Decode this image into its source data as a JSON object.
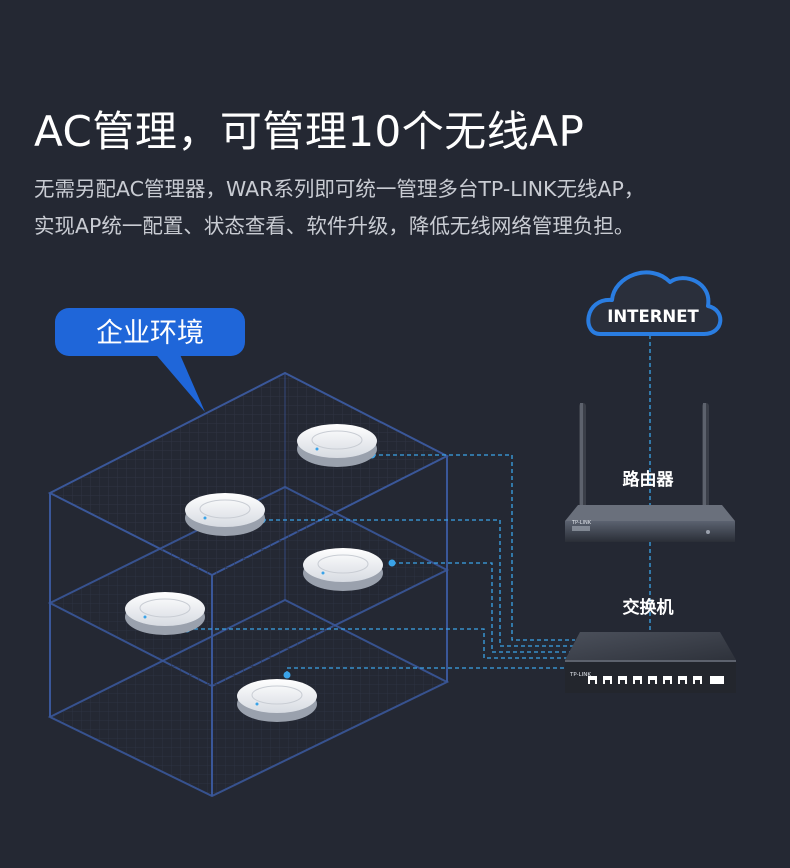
{
  "header": {
    "title": "AC管理，可管理10个无线AP",
    "desc_line1": "无需另配AC管理器，WAR系列即可统一管理多台TP-LINK无线AP，",
    "desc_line2": "实现AP统一配置、状态查看、软件升级，降低无线网络管理负担。"
  },
  "diagram": {
    "enterprise_label": "企业环境",
    "internet_label": "INTERNET",
    "router_label": "路由器",
    "switch_label": "交换机",
    "router_brand": "TP-LINK",
    "switch_brand": "TP-LINK"
  },
  "colors": {
    "background": "#242833",
    "accent_blue": "#1f66d9",
    "cloud_blue": "#2a7de1",
    "wire_blue": "#3aa3e8",
    "building_line": "#3a5799"
  }
}
